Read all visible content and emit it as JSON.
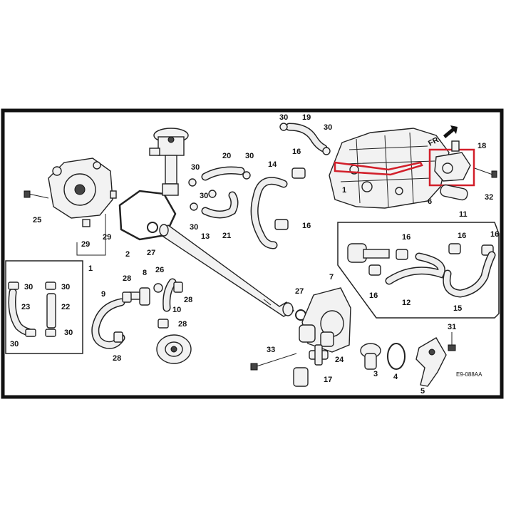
{
  "diagram": {
    "code": "E9-088AA",
    "direction": "FR.",
    "highlight_color": "#d21f2a",
    "frame_color": "#111111"
  },
  "labels": {
    "p1": "1",
    "p2": "2",
    "p3": "3",
    "p4": "4",
    "p5": "5",
    "p6": "6",
    "p7": "7",
    "p8": "8",
    "p9": "9",
    "p10": "10",
    "p11": "11",
    "p12": "12",
    "p13": "13",
    "p14": "14",
    "p15": "15",
    "p16": "16",
    "p17": "17",
    "p18": "18",
    "p19": "19",
    "p20": "20",
    "p21": "21",
    "p22": "22",
    "p23": "23",
    "p24": "24",
    "p25": "25",
    "p26": "26",
    "p27": "27",
    "p28": "28",
    "p29": "29",
    "p30": "30",
    "p31": "31",
    "p32": "32",
    "p33": "33"
  }
}
